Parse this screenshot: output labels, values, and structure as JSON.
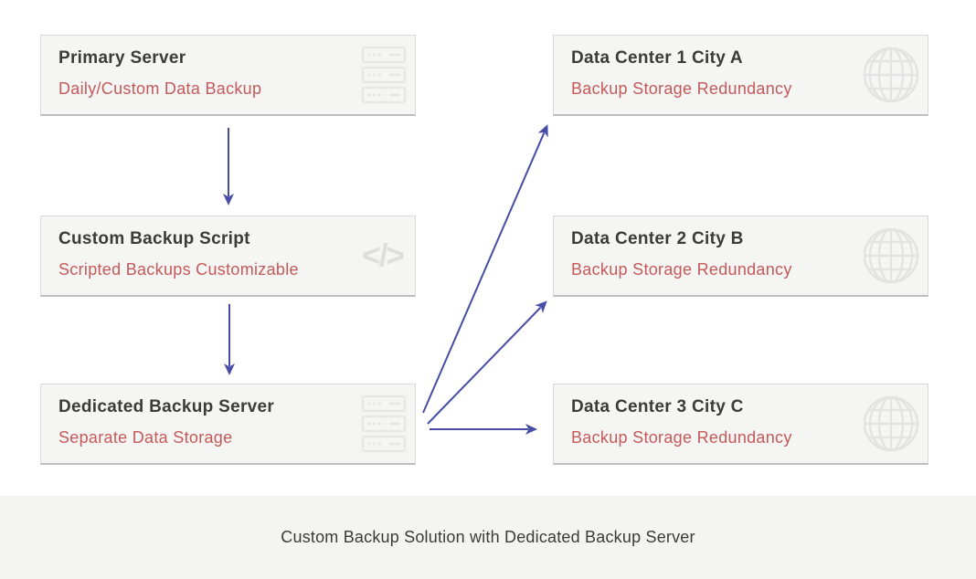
{
  "diagram": {
    "left_nodes": [
      {
        "title": "Primary Server",
        "subtitle": "Daily/Custom Data Backup",
        "icon": "server-icon"
      },
      {
        "title": "Custom Backup Script",
        "subtitle": "Scripted Backups Customizable",
        "icon": "code-icon"
      },
      {
        "title": "Dedicated Backup Server",
        "subtitle": "Separate Data Storage",
        "icon": "server-icon"
      }
    ],
    "right_nodes": [
      {
        "title": "Data Center 1 City A",
        "subtitle": "Backup Storage Redundancy",
        "icon": "globe-icon"
      },
      {
        "title": "Data Center 2 City B",
        "subtitle": "Backup Storage Redundancy",
        "icon": "globe-icon"
      },
      {
        "title": "Data Center 3 City C",
        "subtitle": "Backup Storage Redundancy",
        "icon": "globe-icon"
      }
    ],
    "edges": [
      {
        "from": "Primary Server",
        "to": "Custom Backup Script"
      },
      {
        "from": "Custom Backup Script",
        "to": "Dedicated Backup Server"
      },
      {
        "from": "Dedicated Backup Server",
        "to": "Data Center 1 City A"
      },
      {
        "from": "Dedicated Backup Server",
        "to": "Data Center 2 City B"
      },
      {
        "from": "Dedicated Backup Server",
        "to": "Data Center 3 City C"
      }
    ],
    "code_glyph": "</>",
    "caption": "Custom Backup Solution with Dedicated Backup Server",
    "colors": {
      "box_background": "#f5f5f4",
      "box_border": "#d9d9d9",
      "title_text": "#3b3b3b",
      "subtitle_red": "#c45a59",
      "arrow_blue": "#474da6",
      "icon_gray": "#e5e5e5",
      "caption_background": "#f4f4f3"
    }
  }
}
